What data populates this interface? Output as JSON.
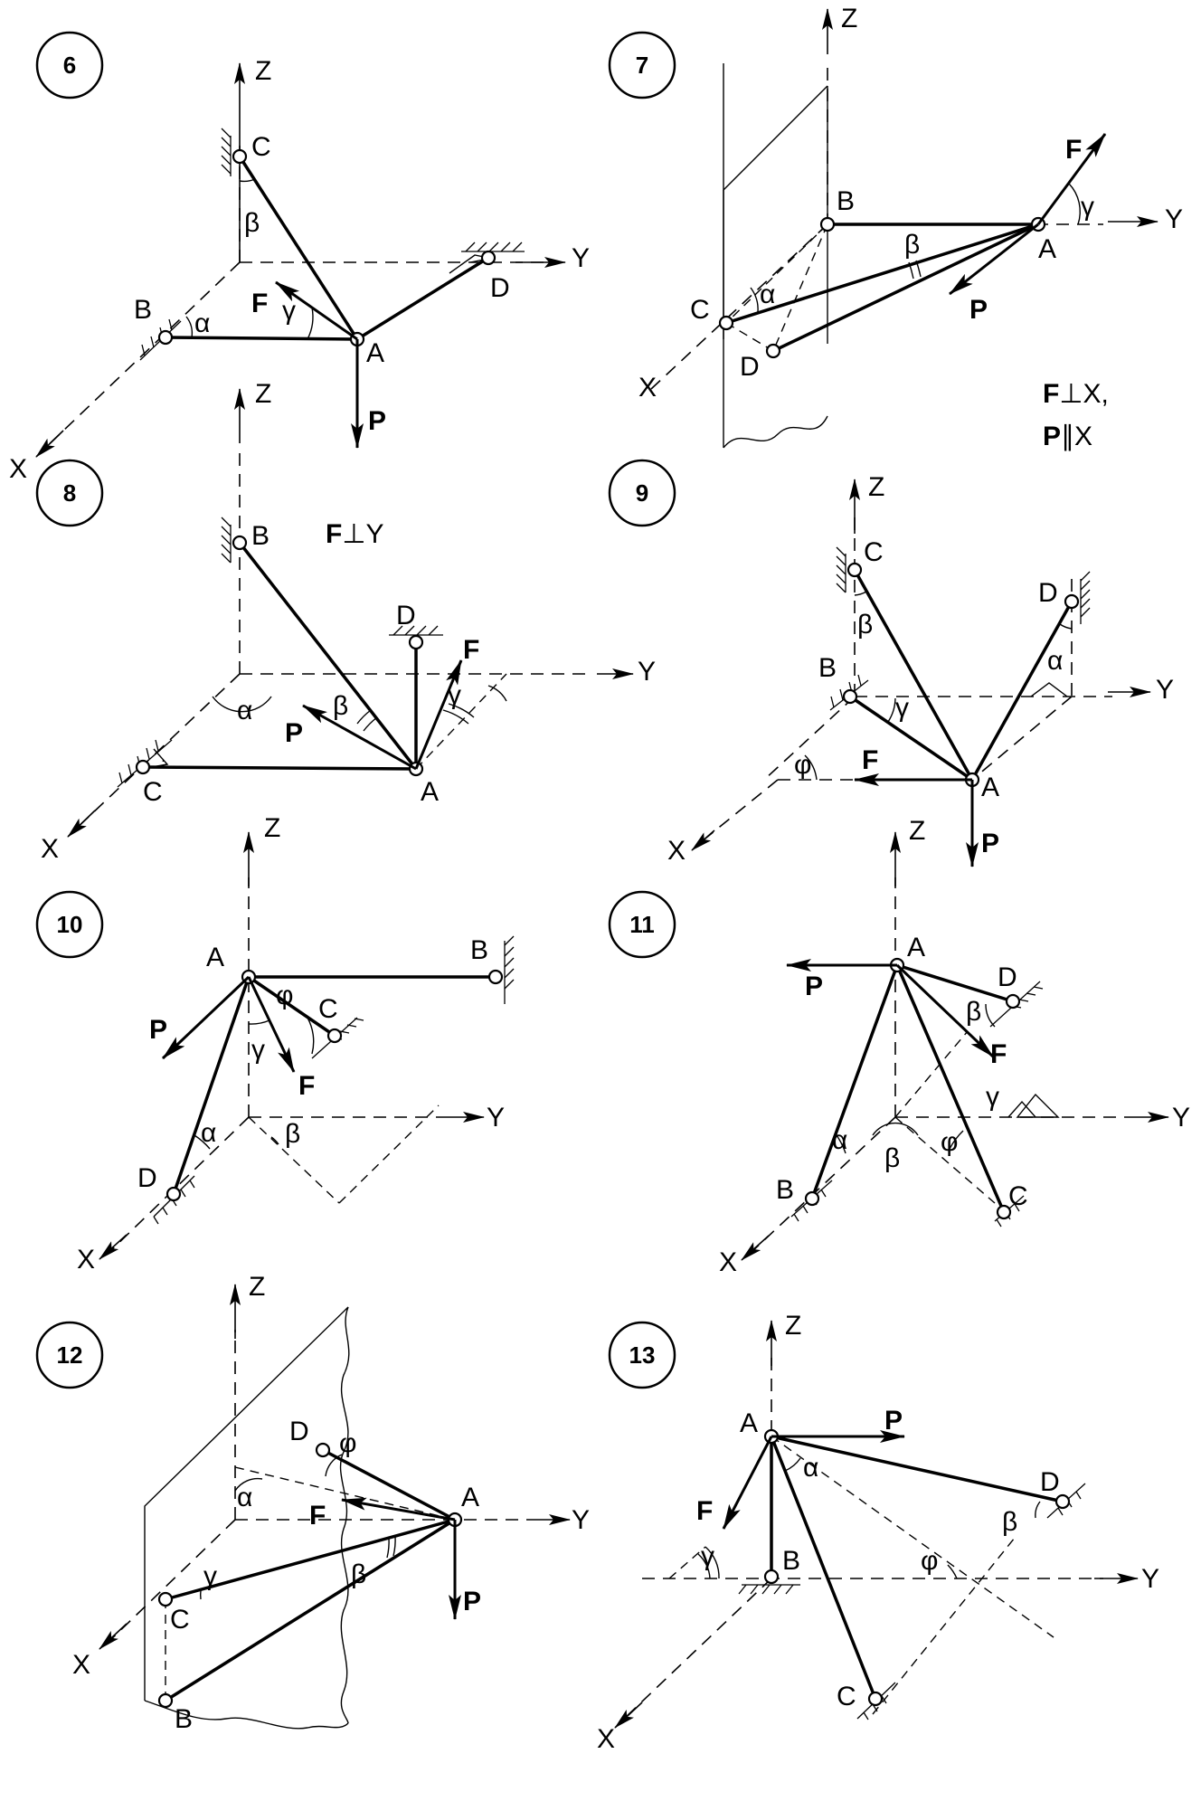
{
  "figures": [
    {
      "number": "6",
      "labels": {
        "a": "A",
        "b": "B",
        "c": "C",
        "d": "D",
        "f": "F",
        "p": "P",
        "x": "X",
        "y": "Y",
        "z": "Z",
        "alpha": "α",
        "beta": "β",
        "gamma": "γ"
      }
    },
    {
      "number": "7",
      "labels": {
        "a": "A",
        "b": "B",
        "c": "C",
        "d": "D",
        "f": "F",
        "p": "P",
        "x": "X",
        "y": "Y",
        "z": "Z",
        "alpha": "α",
        "beta": "β",
        "gamma": "γ"
      },
      "conditions": {
        "f_rel": "⊥X,",
        "p_rel": "∥X"
      }
    },
    {
      "number": "8",
      "labels": {
        "a": "A",
        "b": "B",
        "c": "C",
        "d": "D",
        "f": "F",
        "p": "P",
        "x": "X",
        "y": "Y",
        "z": "Z",
        "alpha": "α",
        "beta": "β",
        "gamma": "γ"
      },
      "conditions": {
        "f_rel": "⊥Y"
      }
    },
    {
      "number": "9",
      "labels": {
        "a": "A",
        "b": "B",
        "c": "C",
        "d": "D",
        "f": "F",
        "p": "P",
        "x": "X",
        "y": "Y",
        "z": "Z",
        "alpha": "α",
        "beta": "β",
        "gamma": "γ",
        "phi": "φ"
      }
    },
    {
      "number": "10",
      "labels": {
        "a": "A",
        "b": "B",
        "c": "C",
        "d": "D",
        "f": "F",
        "p": "P",
        "x": "X",
        "y": "Y",
        "z": "Z",
        "alpha": "α",
        "beta": "β",
        "gamma": "γ",
        "phi": "φ"
      }
    },
    {
      "number": "11",
      "labels": {
        "a": "A",
        "b": "B",
        "c": "C",
        "d": "D",
        "f": "F",
        "p": "P",
        "x": "X",
        "y": "Y",
        "z": "Z",
        "alpha": "α",
        "beta": "β",
        "gamma": "γ",
        "phi": "φ"
      }
    },
    {
      "number": "12",
      "labels": {
        "a": "A",
        "b": "B",
        "c": "C",
        "d": "D",
        "f": "F",
        "p": "P",
        "x": "X",
        "y": "Y",
        "z": "Z",
        "alpha": "α",
        "beta": "β",
        "gamma": "γ",
        "phi": "φ"
      }
    },
    {
      "number": "13",
      "labels": {
        "a": "A",
        "b": "B",
        "c": "C",
        "d": "D",
        "f": "F",
        "p": "P",
        "x": "X",
        "y": "Y",
        "z": "Z",
        "alpha": "α",
        "beta": "β",
        "gamma": "γ",
        "phi": "φ"
      }
    }
  ]
}
